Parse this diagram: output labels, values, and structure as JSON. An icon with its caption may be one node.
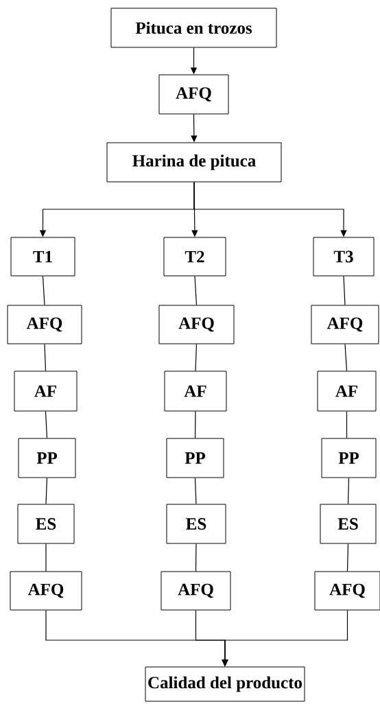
{
  "diagram": {
    "nodes": [
      {
        "text": [
          "Pituca en trozos"
        ]
      },
      {
        "text": [
          "AFQ"
        ]
      },
      {
        "text": [
          "Harina de pituca"
        ]
      },
      {
        "text": [
          "T1"
        ]
      },
      {
        "text": [
          "T2"
        ]
      },
      {
        "text": [
          "T3"
        ]
      },
      {
        "text": [
          "AFQ"
        ]
      },
      {
        "text": [
          "AFQ"
        ]
      },
      {
        "text": [
          "AFQ"
        ]
      },
      {
        "text": [
          "AF"
        ]
      },
      {
        "text": [
          "AF"
        ]
      },
      {
        "text": [
          "AF"
        ]
      },
      {
        "text": [
          "PP"
        ]
      },
      {
        "text": [
          "PP"
        ]
      },
      {
        "text": [
          "PP"
        ]
      },
      {
        "text": [
          "ES"
        ]
      },
      {
        "text": [
          "ES"
        ]
      },
      {
        "text": [
          "ES"
        ]
      },
      {
        "text": [
          "AFQ"
        ]
      },
      {
        "text": [
          "AFQ"
        ]
      },
      {
        "text": [
          "AFQ"
        ]
      },
      {
        "text": [
          "Calidad del producto"
        ]
      }
    ],
    "edges": [
      {
        "from": 0,
        "to": 1,
        "arrow": "to"
      },
      {
        "from": 1,
        "to": 2,
        "arrow": "to"
      },
      {
        "from": 2,
        "to": 3,
        "arrow": "to"
      },
      {
        "from": 2,
        "to": 4,
        "arrow": "to"
      },
      {
        "from": 2,
        "to": 5,
        "arrow": "to"
      },
      {
        "from": 3,
        "to": 6,
        "arrow": "none"
      },
      {
        "from": 4,
        "to": 7,
        "arrow": "none"
      },
      {
        "from": 5,
        "to": 8,
        "arrow": "none"
      },
      {
        "from": 6,
        "to": 9,
        "arrow": "none"
      },
      {
        "from": 7,
        "to": 10,
        "arrow": "none"
      },
      {
        "from": 8,
        "to": 11,
        "arrow": "none"
      },
      {
        "from": 9,
        "to": 12,
        "arrow": "none"
      },
      {
        "from": 10,
        "to": 13,
        "arrow": "none"
      },
      {
        "from": 11,
        "to": 14,
        "arrow": "none"
      },
      {
        "from": 12,
        "to": 15,
        "arrow": "none"
      },
      {
        "from": 13,
        "to": 16,
        "arrow": "none"
      },
      {
        "from": 14,
        "to": 17,
        "arrow": "none"
      },
      {
        "from": 15,
        "to": 18,
        "arrow": "none"
      },
      {
        "from": 16,
        "to": 19,
        "arrow": "none"
      },
      {
        "from": 17,
        "to": 20,
        "arrow": "none"
      },
      {
        "from": 18,
        "to": 21,
        "arrow": "to"
      },
      {
        "from": 19,
        "to": 21,
        "arrow": "to"
      },
      {
        "from": 20,
        "to": 21,
        "arrow": "to"
      }
    ]
  }
}
